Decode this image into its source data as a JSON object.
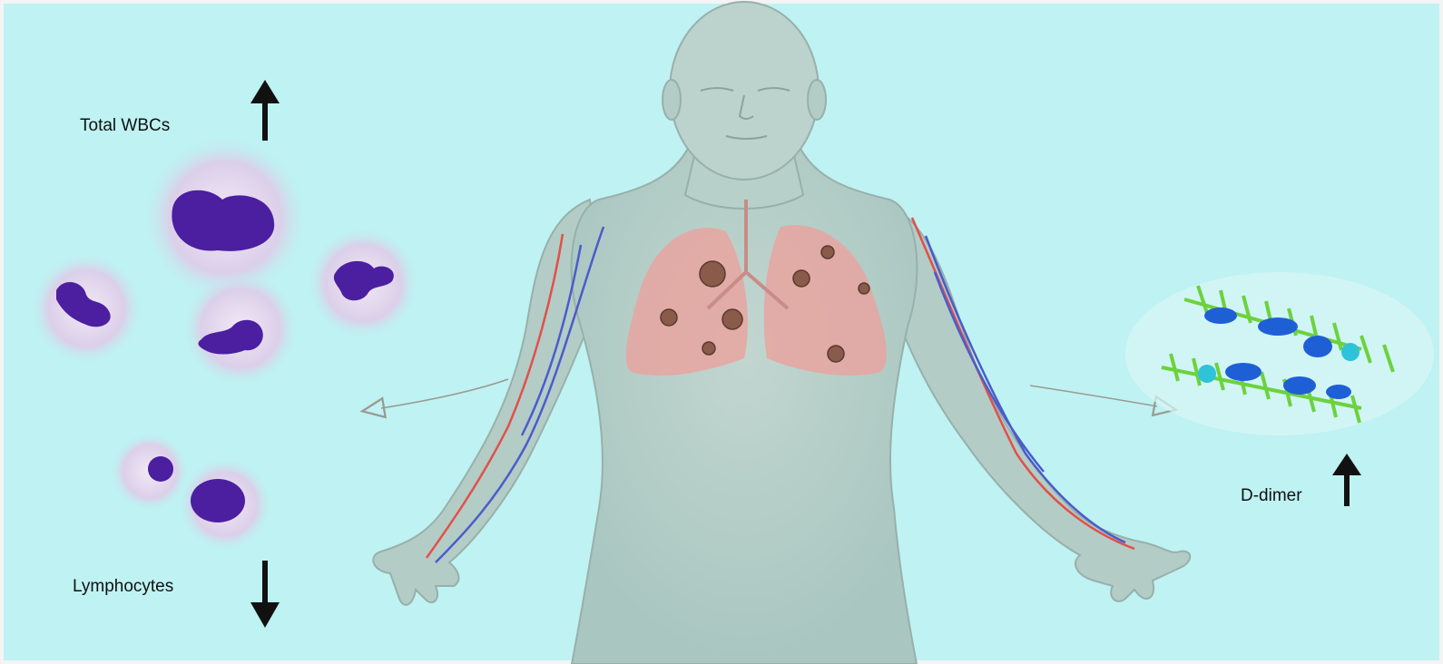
{
  "labels": {
    "total_wbcs": "Total WBCs",
    "lymphocytes": "Lymphocytes",
    "d_dimer": "D-dimer"
  },
  "indicators": {
    "total_wbcs": "increase",
    "lymphocytes": "decrease",
    "d_dimer": "increase"
  },
  "colors": {
    "background": "#bff2f2",
    "body": "#b5cfc9",
    "lungs": "#e7a5a0",
    "artery": "#e2504a",
    "vein": "#4a5ccc",
    "nucleus": "#4b1fa0",
    "virus": "#8a5a4a",
    "fibrin_green": "#6cd23c",
    "fibrin_blue": "#1f5fd6",
    "arrow": "#111111"
  }
}
